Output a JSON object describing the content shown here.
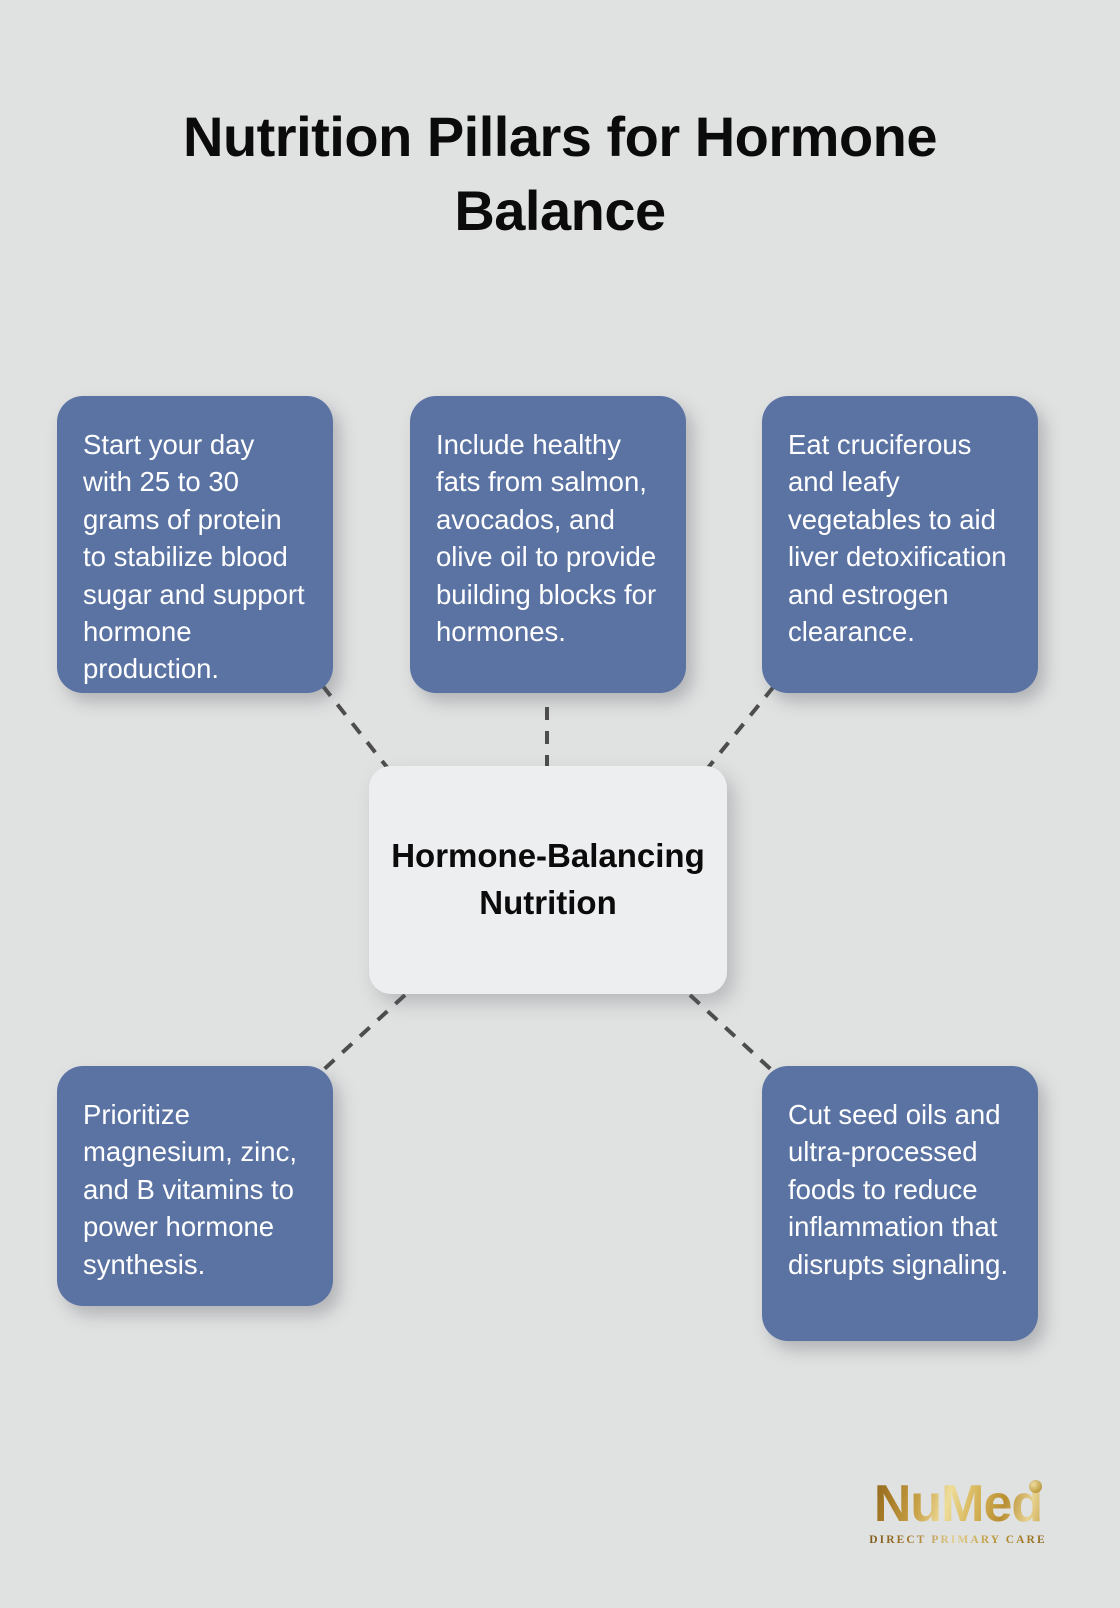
{
  "page": {
    "title": "Nutrition Pillars for Hormone Balance",
    "background_color": "#e0e1e1"
  },
  "center_node": {
    "label": "Hormone-Balancing Nutrition",
    "fill_color": "#edeef0",
    "text_color": "#0b0b0b"
  },
  "style": {
    "card_color": "#5b73a3",
    "card_text_color": "#ffffff",
    "connector_color": "#4d4d4d"
  },
  "pillars": [
    {
      "id": "protein",
      "text": "Start your day with 25 to 30 grams of protein to stabilize blood sugar and support hormone production."
    },
    {
      "id": "healthy-fats",
      "text": "Include healthy fats from salmon, avocados, and olive oil to provide building blocks for hormones."
    },
    {
      "id": "cruciferous-vegetables",
      "text": "Eat cruciferous and leafy vegetables to aid liver detoxification and estrogen clearance."
    },
    {
      "id": "micronutrients",
      "text": "Prioritize magnesium, zinc, and B vitamins to power hormone synthesis."
    },
    {
      "id": "avoid-seed-oils",
      "text": "Cut seed oils and ultra-processed foods to reduce inflammation that disrupts signaling."
    }
  ],
  "logo": {
    "word": "NuMed",
    "tagline": "DIRECT PRIMARY CARE",
    "accent_color": "#c69a3c"
  }
}
